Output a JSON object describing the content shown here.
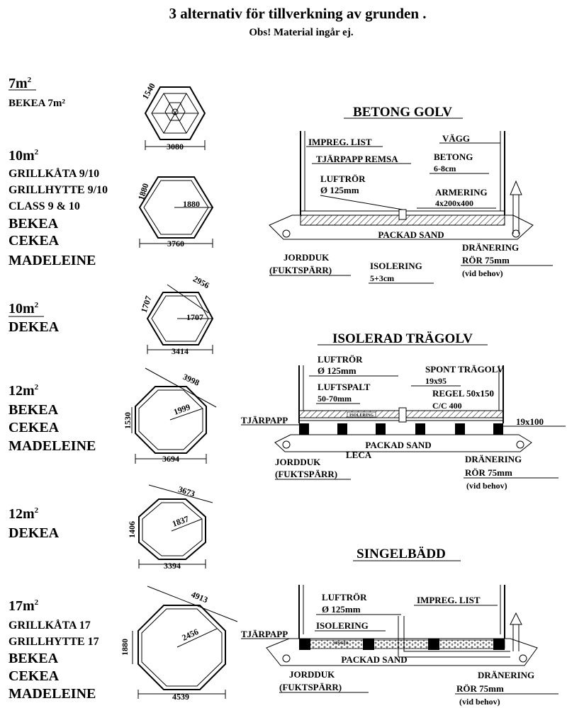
{
  "header": {
    "title": "3 alternativ för tillverkning av grunden .",
    "subtitle": "Obs! Material ingår ej."
  },
  "models": [
    {
      "size": "7m",
      "sup": "2",
      "names": [
        "BEKEA 7m²"
      ],
      "dims": [
        "1540",
        "3080"
      ]
    },
    {
      "size": "10m",
      "sup": "2",
      "names": [
        "GRILLKÅTA 9/10",
        "GRILLHYTTE 9/10",
        "CLASS 9 & 10",
        "BEKEA",
        "CEKEA",
        "MADELEINE"
      ],
      "dims": [
        "1880",
        "1880",
        "3760"
      ]
    },
    {
      "size": "10m",
      "sup": "2",
      "names": [
        "DEKEA"
      ],
      "dims": [
        "2956",
        "1707",
        "1707",
        "3414"
      ]
    },
    {
      "size": "12m",
      "sup": "2",
      "names": [
        "BEKEA",
        "CEKEA",
        "MADELEINE"
      ],
      "dims": [
        "3998",
        "1530",
        "1999",
        "3694"
      ]
    },
    {
      "size": "12m",
      "sup": "2",
      "names": [
        "DEKEA"
      ],
      "dims": [
        "3673",
        "1406",
        "1837",
        "3394"
      ]
    },
    {
      "size": "17m",
      "sup": "2",
      "names": [
        "GRILLKÅTA 17",
        "GRILLHYTTE 17",
        "BEKEA",
        "CEKEA",
        "MADELEINE"
      ],
      "dims": [
        "4913",
        "1880",
        "2456",
        "4539"
      ]
    }
  ],
  "sections": {
    "betong": {
      "title": "BETONG GOLV",
      "labels": [
        "IMPREG. LIST",
        "VÄGG",
        "TJÄRPAPP REMSA",
        "BETONG",
        "6-8cm",
        "LUFTRÖR",
        "Ø 125mm",
        "ARMERING",
        "4x200x400",
        "PACKAD SAND",
        "JORDDUK",
        "(FUKTSPÄRR)",
        "ISOLERING",
        "5+3cm",
        "DRÄNERING",
        "RÖR 75mm",
        "(vid behov)"
      ]
    },
    "tragolv": {
      "title": "ISOLERAD TRÄGOLV",
      "labels": [
        "LUFTRÖR",
        "Ø 125mm",
        "SPONT TRÄGOLV",
        "19x95",
        "LUFTSPALT",
        "50-70mm",
        "REGEL 50x150",
        "C/C 400",
        "TJÄRPAPP",
        "19x100",
        "ISOLERING",
        "PACKAD SAND",
        "JORDDUK",
        "(FUKTSPÄRR)",
        "LECA",
        "DRÄNERING",
        "RÖR 75mm",
        "(vid behov)"
      ]
    },
    "singel": {
      "title": "SINGELBÄDD",
      "labels": [
        "LUFTRÖR",
        "Ø 125mm",
        "IMPREG. LIST",
        "TJÄRPAPP",
        "ISOLERING",
        "SINGEL",
        "PACKAD SAND",
        "JORDDUK",
        "(FUKTSPÄRR)",
        "DRÄNERING",
        "RÖR 75mm",
        "(vid behov)"
      ]
    }
  }
}
